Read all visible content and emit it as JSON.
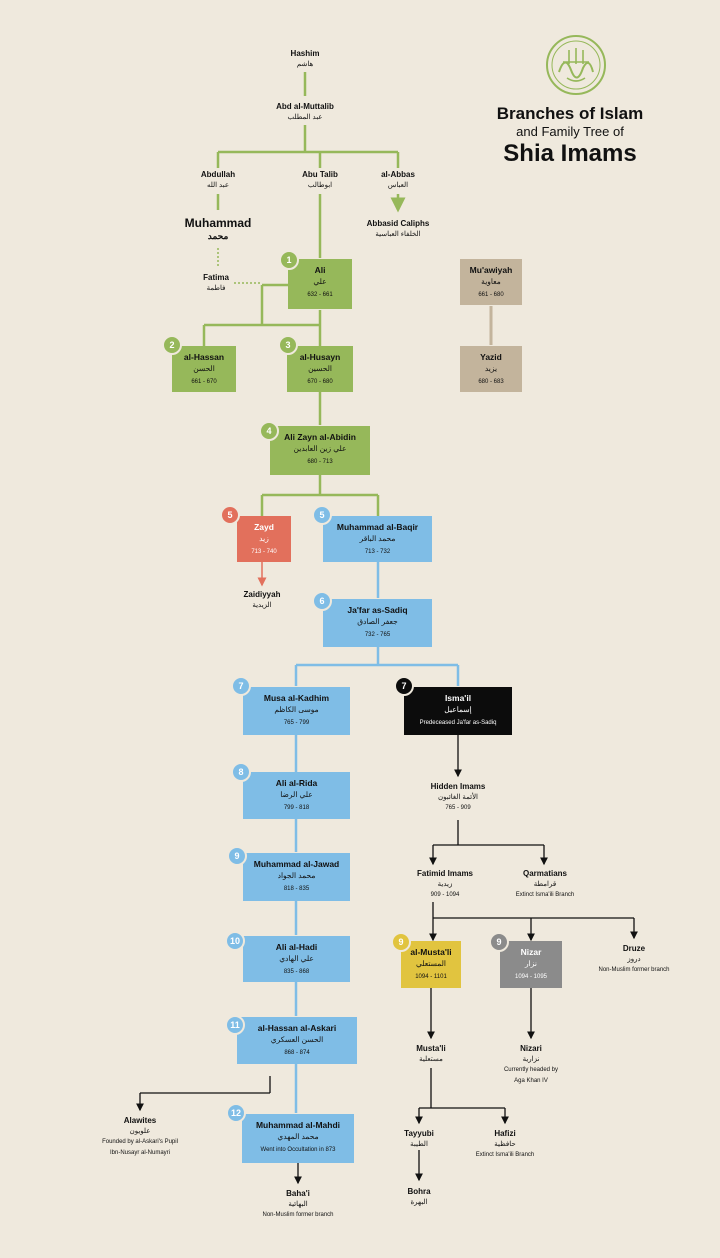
{
  "title": {
    "line1": "Branches of Islam",
    "line2": "and Family Tree of",
    "line3": "Shia Imams"
  },
  "colors": {
    "green": "#96b85a",
    "blue": "#7fbde6",
    "tan": "#c3b49c",
    "red": "#e2705c",
    "black": "#0c0c0c",
    "gold": "#e1c43f",
    "grey": "#8b8b8b",
    "background": "#efe9dd"
  },
  "people": {
    "hashim": {
      "name": "Hashim",
      "arabic": "هاشم"
    },
    "abd_al_muttalib": {
      "name": "Abd al-Muttalib",
      "arabic": "عبد المطلب"
    },
    "abdullah": {
      "name": "Abdullah",
      "arabic": "عبد الله"
    },
    "abu_talib": {
      "name": "Abu Talib",
      "arabic": "ابوطالب"
    },
    "al_abbas": {
      "name": "al-Abbas",
      "arabic": "العباس"
    },
    "muhammad": {
      "name": "Muhammad",
      "arabic": "محمد"
    },
    "abbasid": {
      "name": "Abbasid Caliphs",
      "arabic": "الخلفاء العباسية"
    },
    "fatima": {
      "name": "Fatima",
      "arabic": "فاطمة"
    },
    "zaidiyyah": {
      "name": "Zaidiyyah",
      "arabic": "الزيدية"
    },
    "hidden_imams": {
      "name": "Hidden Imams",
      "arabic": "الأئمة الغائبون",
      "dates": "765 - 909"
    },
    "fatimid": {
      "name": "Fatimid Imams",
      "arabic": "زيدية",
      "dates": "909 - 1094"
    },
    "qarmatians": {
      "name": "Qarmatians",
      "arabic": "قرامطة",
      "note": "Extinct Isma'ili Branch"
    },
    "druze": {
      "name": "Druze",
      "arabic": "دروز",
      "note": "Non-Muslim former branch"
    },
    "mustali_sect": {
      "name": "Musta'li",
      "arabic": "مستعلية"
    },
    "nizari": {
      "name": "Nizari",
      "arabic": "نزارية",
      "note": "Currently headed by",
      "note2": "Aga Khan IV"
    },
    "tayyubi": {
      "name": "Tayyubi",
      "arabic": "الطيبة"
    },
    "hafizi": {
      "name": "Hafizi",
      "arabic": "حافظية",
      "note": "Extinct Isma'ili Branch"
    },
    "bohra": {
      "name": "Bohra",
      "arabic": "البهرة"
    },
    "alawites": {
      "name": "Alawites",
      "arabic": "علويون",
      "note": "Founded by al-Askari's Pupil",
      "note2": "Ibn-Nusayr al-Numayri"
    },
    "bahai": {
      "name": "Baha'i",
      "arabic": "البهائية",
      "note": "Non-Muslim former branch"
    }
  },
  "boxes": {
    "ali": {
      "badge": "1",
      "name": "Ali",
      "arabic": "علي",
      "dates": "632 - 661"
    },
    "muawiyah": {
      "name": "Mu'awiyah",
      "arabic": "معاوية",
      "dates": "661 - 680"
    },
    "yazid": {
      "name": "Yazid",
      "arabic": "يزيد",
      "dates": "680 - 683"
    },
    "hassan": {
      "badge": "2",
      "name": "al-Hassan",
      "arabic": "الحسن",
      "dates": "661 - 670"
    },
    "husayn": {
      "badge": "3",
      "name": "al-Husayn",
      "arabic": "الحسين",
      "dates": "670 - 680"
    },
    "zayn": {
      "badge": "4",
      "name": "Ali Zayn al-Abidin",
      "arabic": "علي زين العابدين",
      "dates": "680 - 713"
    },
    "zayd": {
      "badge": "5",
      "name": "Zayd",
      "arabic": "زيد",
      "dates": "713 - 740"
    },
    "baqir": {
      "badge": "5",
      "name": "Muhammad al-Baqir",
      "arabic": "محمد الباقر",
      "dates": "713 - 732"
    },
    "sadiq": {
      "badge": "6",
      "name": "Ja'far as-Sadiq",
      "arabic": "جعفر الصادق",
      "dates": "732 - 765"
    },
    "kadhim": {
      "badge": "7",
      "name": "Musa al-Kadhim",
      "arabic": "موسى الكاظم",
      "dates": "765 - 799"
    },
    "ismail": {
      "badge": "7",
      "name": "Isma'il",
      "arabic": "إسماعيل",
      "dates": "Predeceased Ja'far as-Sadiq"
    },
    "rida": {
      "badge": "8",
      "name": "Ali al-Rida",
      "arabic": "علي الرضا",
      "dates": "799 - 818"
    },
    "jawad": {
      "badge": "9",
      "name": "Muhammad al-Jawad",
      "arabic": "محمد الجواد",
      "dates": "818 - 835"
    },
    "hadi": {
      "badge": "10",
      "name": "Ali al-Hadi",
      "arabic": "علي الهادي",
      "dates": "835 - 868"
    },
    "askari": {
      "badge": "11",
      "name": "al-Hassan al-Askari",
      "arabic": "الحسن العسكري",
      "dates": "868 - 874"
    },
    "mahdi": {
      "badge": "12",
      "name": "Muhammad al-Mahdi",
      "arabic": "محمد المهدي",
      "dates": "Went into Occultation in 873"
    },
    "mustali": {
      "badge": "9",
      "name": "al-Musta'li",
      "arabic": "المستعلي",
      "dates": "1094 - 1101"
    },
    "nizar": {
      "badge": "9",
      "name": "Nizar",
      "arabic": "نزار",
      "dates": "1094 - 1095"
    }
  }
}
